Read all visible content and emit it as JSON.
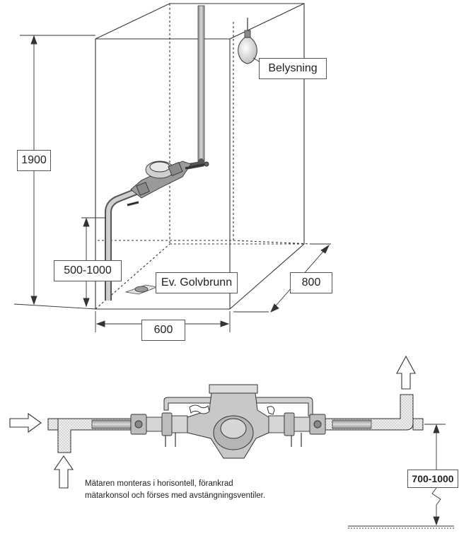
{
  "labels": {
    "height_total": "1900",
    "lighting": "Belysning",
    "meter_height_range": "500-1000",
    "floor_drain": "Ev. Golvbrunn",
    "depth": "800",
    "width": "600",
    "pipe_height_range": "700-1000"
  },
  "caption": {
    "line1": "Mätaren monteras i horisontell, förankrad",
    "line2": "mätarkonsol och förses med avstängningsventiler."
  },
  "colors": {
    "line": "#333333",
    "pipe_fill": "#bdbdbd",
    "pipe_dark": "#7a7a7a",
    "meter_fill": "#c8c8c8",
    "dotted_pipe": "#e0e0e0"
  }
}
